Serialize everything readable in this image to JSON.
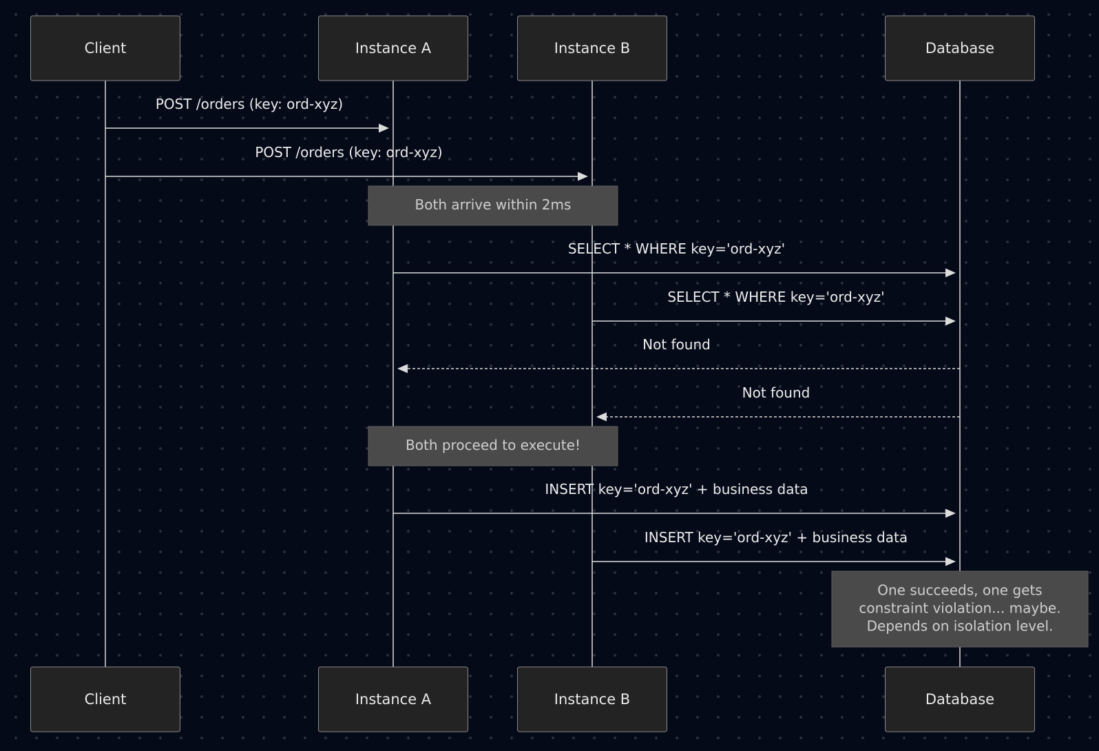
{
  "participants": [
    {
      "id": "client",
      "label": "Client"
    },
    {
      "id": "instance-a",
      "label": "Instance A"
    },
    {
      "id": "instance-b",
      "label": "Instance B"
    },
    {
      "id": "database",
      "label": "Database"
    }
  ],
  "steps": [
    {
      "kind": "message",
      "from": "client",
      "to": "instance-a",
      "label": "POST /orders (key: ord-xyz)",
      "style": "solid"
    },
    {
      "kind": "message",
      "from": "client",
      "to": "instance-b",
      "label": "POST /orders (key: ord-xyz)",
      "style": "solid"
    },
    {
      "kind": "note",
      "over": [
        "instance-a",
        "instance-b"
      ],
      "lines": [
        "Both arrive within 2ms"
      ]
    },
    {
      "kind": "message",
      "from": "instance-a",
      "to": "database",
      "label": "SELECT * WHERE key='ord-xyz'",
      "style": "solid"
    },
    {
      "kind": "message",
      "from": "instance-b",
      "to": "database",
      "label": "SELECT * WHERE key='ord-xyz'",
      "style": "solid"
    },
    {
      "kind": "message",
      "from": "database",
      "to": "instance-a",
      "label": "Not found",
      "style": "dashed"
    },
    {
      "kind": "message",
      "from": "database",
      "to": "instance-b",
      "label": "Not found",
      "style": "dashed"
    },
    {
      "kind": "note",
      "over": [
        "instance-a",
        "instance-b"
      ],
      "lines": [
        "Both proceed to execute!"
      ]
    },
    {
      "kind": "message",
      "from": "instance-a",
      "to": "database",
      "label": "INSERT key='ord-xyz' + business data",
      "style": "solid"
    },
    {
      "kind": "message",
      "from": "instance-b",
      "to": "database",
      "label": "INSERT key='ord-xyz' + business data",
      "style": "solid"
    },
    {
      "kind": "note",
      "over": [
        "database"
      ],
      "lines": [
        "One succeeds, one gets",
        "constraint violation... maybe.",
        "Depends on isolation level."
      ]
    }
  ]
}
